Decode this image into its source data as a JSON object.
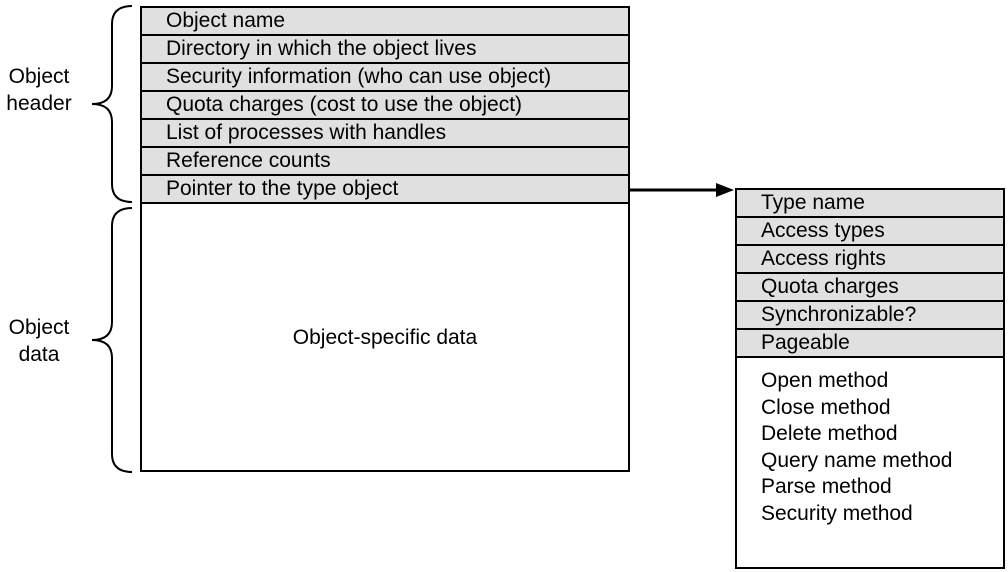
{
  "labels": {
    "header_line1": "Object",
    "header_line2": "header",
    "data_line1": "Object",
    "data_line2": "data"
  },
  "object_header_fields": [
    "Object name",
    "Directory in which the object lives",
    "Security information (who can use object)",
    "Quota charges (cost to use the object)",
    "List of processes with handles",
    "Reference counts",
    "Pointer to the type object"
  ],
  "object_data_text": "Object-specific data",
  "type_object_fields": [
    "Type name",
    "Access types",
    "Access rights",
    "Quota charges",
    "Synchronizable?",
    "Pageable"
  ],
  "type_object_methods": [
    "Open method",
    "Close method",
    "Delete method",
    "Query name method",
    "Parse method",
    "Security method"
  ]
}
